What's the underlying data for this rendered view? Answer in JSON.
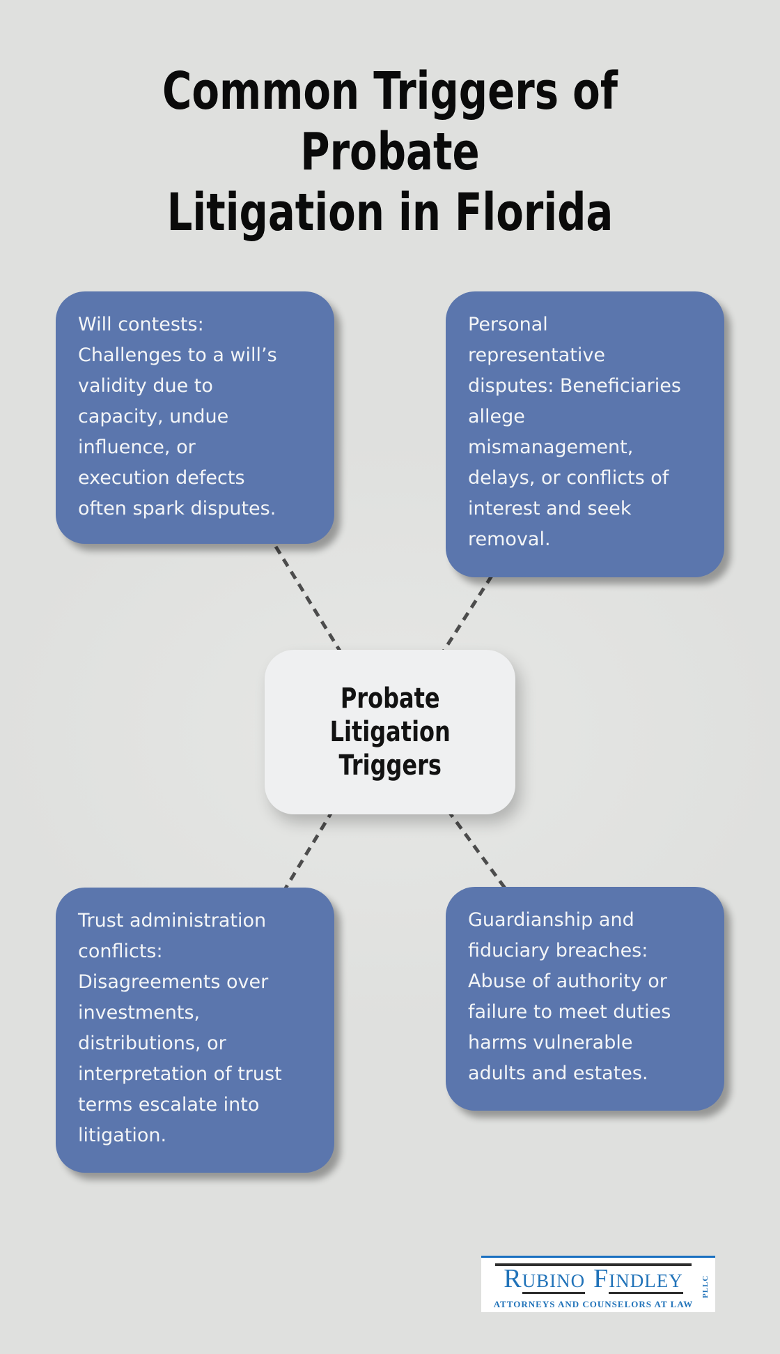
{
  "title": "Common Triggers of Probate\nLitigation in Florida",
  "center_node": {
    "label": "Probate\nLitigation\nTriggers"
  },
  "boxes": [
    {
      "name": "will-contests",
      "text": "Will contests:\nChallenges to a will’s\nvalidity due to\ncapacity, undue\ninfluence, or\nexecution defects\noften spark disputes."
    },
    {
      "name": "personal-representative-disputes",
      "text": "Personal\nrepresentative\ndisputes: Beneficiaries\nallege\nmismanagement,\ndelays, or conflicts of\ninterest and seek\nremoval."
    },
    {
      "name": "trust-administration-conflicts",
      "text": "Trust administration\nconflicts:\nDisagreements over\ninvestments,\ndistributions, or\ninterpretation of trust\nterms escalate into\nlitigation."
    },
    {
      "name": "guardianship-fiduciary-breaches",
      "text": "Guardianship and\nfiduciary breaches:\nAbuse of authority or\nfailure to meet duties\nharms vulnerable\nadults and estates."
    }
  ],
  "logo": {
    "name_initial_1": "R",
    "name_rest_1": "UBINO",
    "name_initial_2": "F",
    "name_rest_2": "INDLEY",
    "suffix": "PLLC",
    "tagline": "ATTORNEYS AND COUNSELORS AT LAW"
  },
  "colors": {
    "background": "#dfe0de",
    "trigger_box": "#5b76ad",
    "trigger_text": "#f3f5f7",
    "center_box": "#eff0f1",
    "center_text": "#121212",
    "connector": "#4c4c4c",
    "title_text": "#0a0a0a",
    "logo_blue": "#2173b9",
    "logo_rule": "#2e2e2e",
    "logo_background": "#ffffff"
  }
}
